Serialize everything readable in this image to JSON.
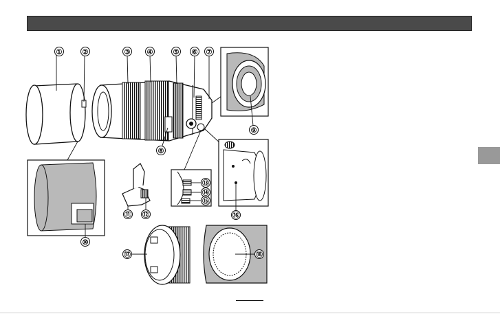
{
  "header": {
    "title": ""
  },
  "side_tab": {
    "label": ""
  },
  "callouts": [
    "①",
    "②",
    "③",
    "④",
    "⑤",
    "⑥",
    "⑦",
    "⑧",
    "⑨",
    "⑩",
    "⑪",
    "⑫",
    "⑬",
    "⑭",
    "⑮",
    "⑯",
    "⑰",
    "⑱"
  ],
  "colors": {
    "header": "#4a4a4a",
    "tab": "#999999",
    "ink": "#111111",
    "panel_fill": "#b9b9b9"
  }
}
